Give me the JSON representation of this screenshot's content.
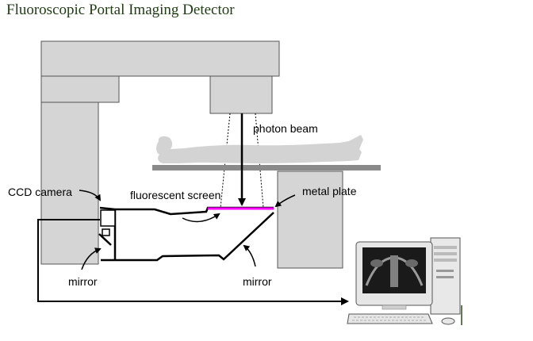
{
  "page": {
    "title": "Fluoroscopic Portal Imaging Detector"
  },
  "labels": {
    "photon_beam": "photon beam",
    "ccd_camera": "CCD camera",
    "fluorescent_screen": "fluorescent screen",
    "metal_plate": "metal plate",
    "mirror_left": "mirror",
    "mirror_right": "mirror"
  },
  "colors": {
    "gantry": "#d5d5d5",
    "outline": "#555555",
    "couch": "#8a8a8a",
    "patient": "#d3d3d3",
    "screen_highlight": "#ff00ff",
    "monitor_screen": "#1a1a1a",
    "title": "#1e3d12"
  },
  "icons": {
    "computer": "computer-workstation-icon",
    "patient": "patient-silhouette-icon"
  }
}
